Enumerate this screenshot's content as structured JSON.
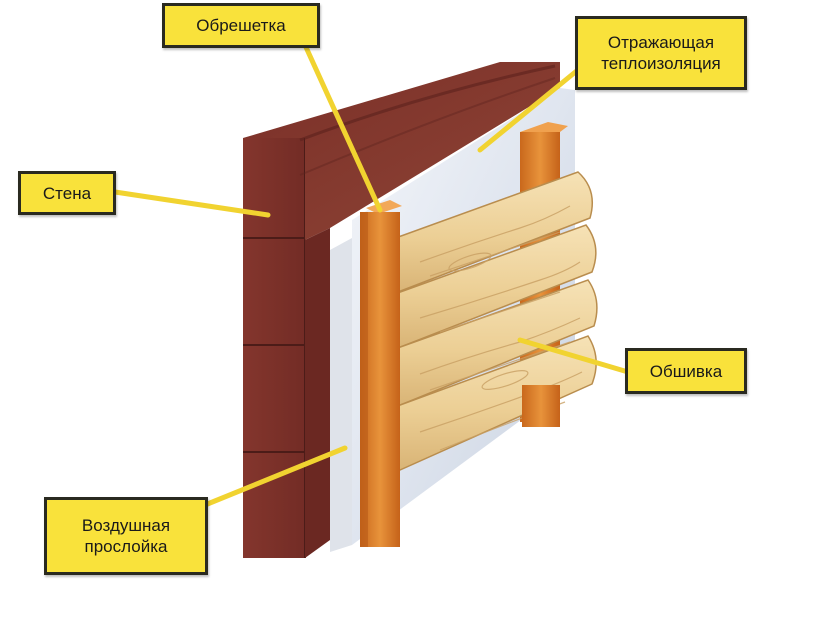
{
  "labels": {
    "battens": "Обрешетка",
    "insulation_line1": "Отражающая",
    "insulation_line2": "теплоизоляция",
    "wall": "Стена",
    "cladding": "Обшивка",
    "air_gap_line1": "Воздушная",
    "air_gap_line2": "прослойка"
  },
  "colors": {
    "callout_fill": "#f9e23b",
    "callout_border": "#2a2a20",
    "brick": "#7a2f28",
    "batten": "#d9822b",
    "log": "#efd7a3",
    "insulation": "#e4eaf3"
  }
}
